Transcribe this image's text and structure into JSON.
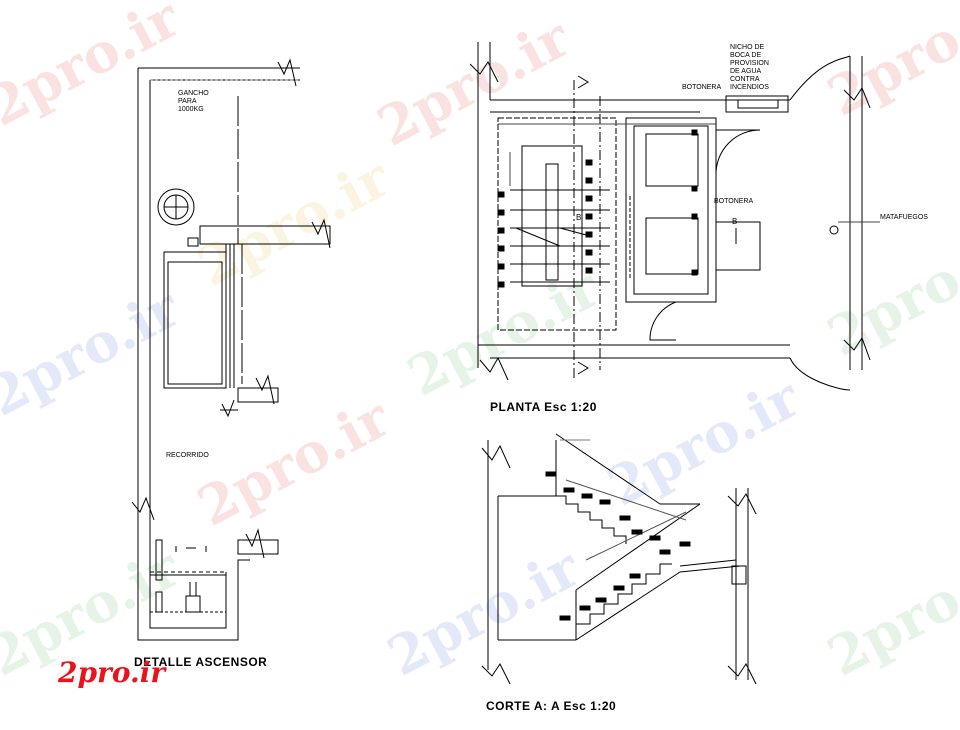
{
  "watermark": {
    "text": "2pro.ir",
    "colors": [
      "#d9261c",
      "#3cb043",
      "#3b5bdb",
      "#e0b020"
    ]
  },
  "logo": {
    "text": "2pro.ir",
    "color": "#e8141c"
  },
  "elevator_detail": {
    "title": "DETALLE ASCENSOR",
    "hook_label": [
      "GANCHO",
      "PARA",
      "1000KG"
    ],
    "travel_label": "RECORRIDO"
  },
  "plan": {
    "title": "PLANTA Esc 1:20",
    "niche_label": [
      "NICHO DE",
      "BOCA DE",
      "PROVISION",
      "DE AGUA",
      "CONTRA",
      "INCENDIOS"
    ],
    "button_panel_top": "BOTONERA",
    "button_panel_mid": "BOTONERA",
    "extinguisher_label": "MATAFUEGOS",
    "section_mark": "B",
    "section_mark_2": "B"
  },
  "section": {
    "title": "CORTE  A: A Esc 1:20"
  }
}
